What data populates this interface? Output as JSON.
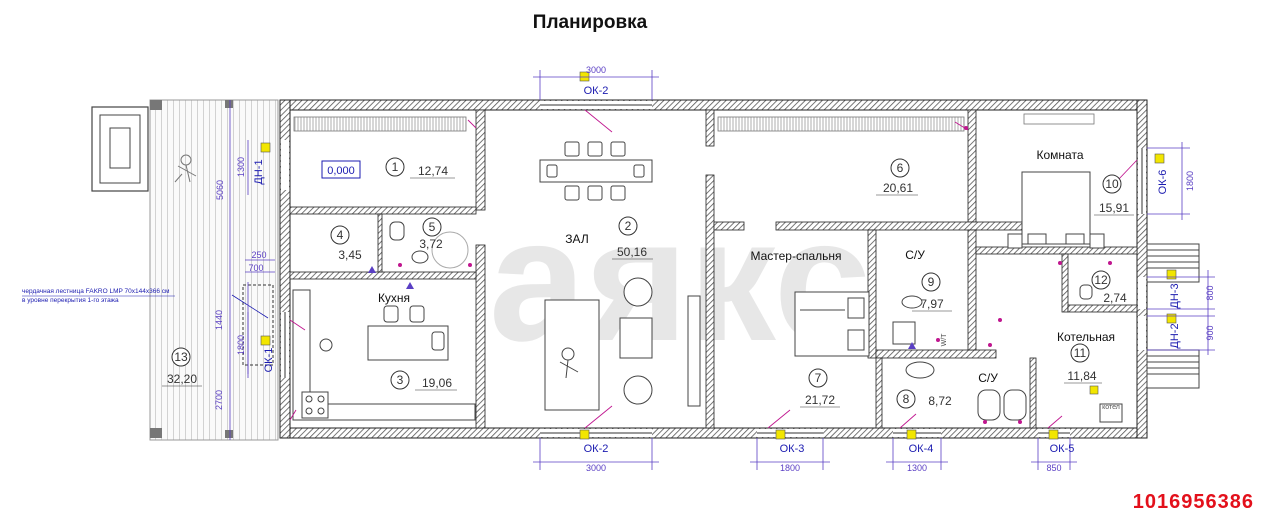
{
  "title": "Планировка",
  "listing_id": "1016956386",
  "watermark": "аякс",
  "level_mark": "0,000",
  "rooms": [
    {
      "num": "1",
      "name": "",
      "area": "12,74"
    },
    {
      "num": "2",
      "name": "ЗАЛ",
      "area": "50,16"
    },
    {
      "num": "3",
      "name": "Кухня",
      "area": "19,06"
    },
    {
      "num": "4",
      "name": "",
      "area": "3,45"
    },
    {
      "num": "5",
      "name": "",
      "area": "3,72"
    },
    {
      "num": "6",
      "name": "",
      "area": "20,61"
    },
    {
      "num": "7",
      "name": "Мастер-спальня",
      "area": "21,72"
    },
    {
      "num": "8",
      "name": "С/У",
      "area": "8,72"
    },
    {
      "num": "9",
      "name": "С/У",
      "area": "7,97"
    },
    {
      "num": "10",
      "name": "Комната",
      "area": "15,91"
    },
    {
      "num": "11",
      "name": "Котельная",
      "area": "11,84"
    },
    {
      "num": "12",
      "name": "",
      "area": "2,74"
    },
    {
      "num": "13",
      "name": "",
      "area": "32,20"
    }
  ],
  "windows": [
    {
      "label": "ОК-2",
      "width": "3000"
    },
    {
      "label": "ОК-2",
      "width": "3000"
    },
    {
      "label": "ОК-3",
      "width": "1800"
    },
    {
      "label": "ОК-4",
      "width": "1300"
    },
    {
      "label": "ОК-5",
      "width": "850"
    },
    {
      "label": "ОК-6",
      "width": "1800"
    }
  ],
  "doors": [
    {
      "label": "ДН-1",
      "width": "1300"
    },
    {
      "label": "ДН-2",
      "width": "900"
    },
    {
      "label": "ДН-3",
      "width": "800"
    }
  ],
  "left_dims": [
    "5060",
    "250",
    "700",
    "1440",
    "1800",
    "2700"
  ],
  "window_left": "ОК-1",
  "attic_note_line1": "чердачная лестница FAKRO LMP 70x144x366 см",
  "attic_note_line2": "в уровне перекрытия 1-го этажа",
  "boiler_label": "котел",
  "wc_label": "W/T"
}
